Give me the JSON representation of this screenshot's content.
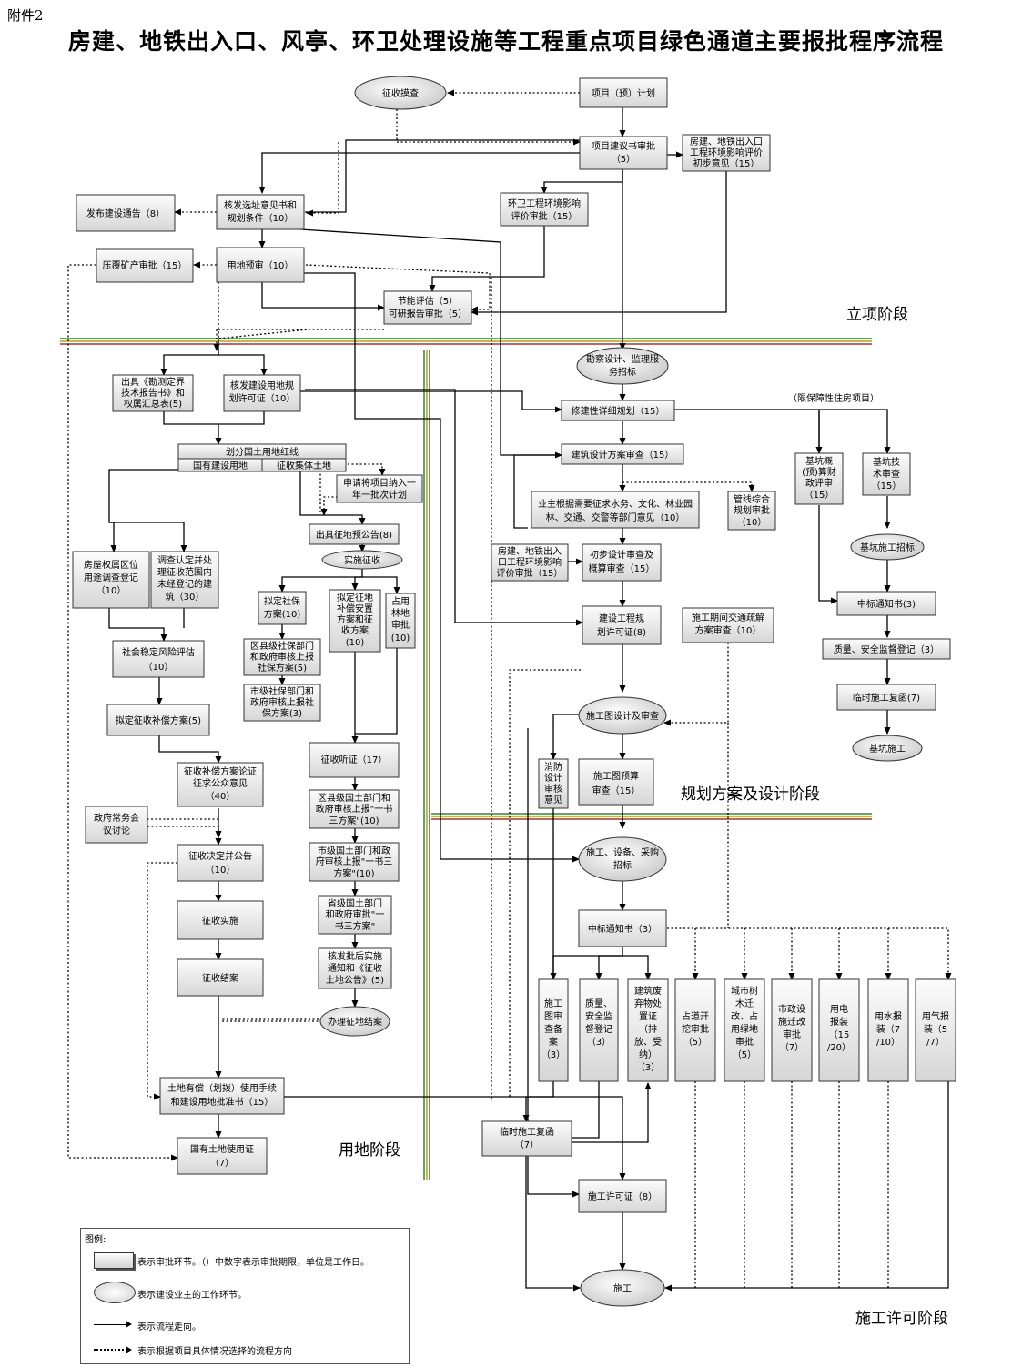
{
  "attachment": "附件2",
  "title": "房建、地铁出入口、风亭、环卫处理设施等工程重点项目绿色通道主要报批程序流程",
  "phases": {
    "project": "立项阶段",
    "land": "用地阶段",
    "design": "规划方案及设计阶段",
    "construction": "施工许可阶段"
  },
  "note_affordable": "（限保障性住房项目）",
  "nodes": {
    "zhengshou_mocha": "征收摸查",
    "xiangmu_jihua": "项目（预）计划",
    "jianyishu_1": "项目建议书审批",
    "jianyishu_2": "（5）",
    "huanping_init_1": "房建、地铁出入口",
    "huanping_init_2": "工程环境影响评价",
    "huanping_init_3": "初步意见（15）",
    "fabu_tonggao": "发布建设通告（8）",
    "xuanzhi_1": "核发选址意见书和",
    "xuanzhi_2": "规划条件（10）",
    "huanwei_1": "环卫工程环境影响",
    "huanwei_2": "评价审批（15）",
    "yafu": "压覆矿产审批（15）",
    "yongdi_ys": "用地预审（10）",
    "jieneng_1": "节能评估（5）",
    "jieneng_2": "可研报告审批（5）",
    "kancha_1": "勘察设计、监理服",
    "kancha_2": "务招标",
    "chuju_1": "出具《勘测定界",
    "chuju_2": "技术报告书》和",
    "chuju_3": "权属汇总表(5)",
    "hefa_xk_1": "核发建设用地规",
    "hefa_xk_2": "划许可证（10）",
    "xiugui": "修建性详细规划（15）",
    "jianzhu_fa": "建筑设计方案审查（15）",
    "hongxian": "划分国土用地红线",
    "guoyou": "国有建设用地",
    "jiti": "征收集体土地",
    "nianru_1": "申请将项目纳入一",
    "nianru_2": "年一批次计划",
    "yegu_1": "业主根据需要征求水务、文化、林业园",
    "yegu_2": "林、交通、交警等部门意见（10）",
    "guanxian_1": "管线综合",
    "guanxian_2": "规划审批",
    "guanxian_3": "（10）",
    "jikeng_gs_1": "基坑概",
    "jikeng_gs_2": "(预)算财",
    "jikeng_gs_3": "政评审",
    "jikeng_gs_4": "（15）",
    "jikeng_js_1": "基坑技",
    "jikeng_js_2": "术审查",
    "jikeng_js_3": "（15）",
    "yugao": "出具征地预公告(8)",
    "shishi_zs": "实施征收",
    "jikeng_zb": "基坑施工招标",
    "fangwu_1": "房屋权属区位",
    "fangwu_2": "用途调查登记",
    "fangwu_3": "（10）",
    "diaocha_1": "调查认定并处",
    "diaocha_2": "理征收范围内",
    "diaocha_3": "未经登记的建",
    "diaocha_4": "筑（30）",
    "nishebao_1": "拟定社保",
    "nishebao_2": "方案(10)",
    "nibuchang_1": "拟定征地",
    "nibuchang_2": "补偿安置",
    "nibuchang_3": "方案和征",
    "nibuchang_4": "收方案",
    "nibuchang_5": "(10)",
    "linzhan_1": "占用",
    "linzhan_2": "林地",
    "linzhan_3": "审批",
    "linzhan_4": "(10)",
    "huanping_ditie_1": "房建、地铁出入",
    "huanping_ditie_2": "口工程环境影响",
    "huanping_ditie_3": "评价审批（15）",
    "chubu_1": "初步设计审查及",
    "chubu_2": "概算审查（15）",
    "zhongbiao_jk": "中标通知书(3)",
    "qushebao_1": "区县级社保部门",
    "qushebao_2": "和政府审核上报",
    "qushebao_3": "社保方案(5)",
    "jianshe_gcgh_1": "建设工程规",
    "jianshe_gcgh_2": "划许可证(8)",
    "jiaotong_1": "施工期间交通疏解",
    "jiaotong_2": "方案审查（10）",
    "zhiliang_jk": "质量、安全监督登记（3）",
    "shehui_1": "社会稳定风险评估",
    "shehui_2": "（10）",
    "shishebao_1": "市级社保部门和",
    "shishebao_2": "政府审核上报社",
    "shishebao_3": "保方案(3)",
    "linshi_jk": "临时施工复函(7)",
    "nibuchang_fa": "拟定征收补偿方案(5)",
    "shigongtu": "施工图设计及审查",
    "jikeng_sg": "基坑施工",
    "tingzheng": "征收听证（17）",
    "xiaofang_1": "消防",
    "xiaofang_2": "设计",
    "xiaofang_3": "审核",
    "xiaofang_4": "意见",
    "yusuan_1": "施工图预算",
    "yusuan_2": "审查（15）",
    "lunzheng_1": "征收补偿方案论证",
    "lunzheng_2": "征求公众意见",
    "lunzheng_3": "（40）",
    "quxian_1": "区县级国土部门和",
    "quxian_2": "政府审核上报\"一书",
    "quxian_3": "三方案\"(10)",
    "changwu_1": "政府常务会",
    "changwu_2": "议讨论",
    "shiji_1": "市级国土部门和政",
    "shiji_2": "府审核上报\"一书三",
    "shiji_3": "方案\"(10)",
    "jueding_1": "征收决定并公告",
    "jueding_2": "（10）",
    "sg_zhaobiao_1": "施工、设备、采购",
    "sg_zhaobiao_2": "招标",
    "shengji_1": "省级国土部门",
    "shengji_2": "和政府审批\"一",
    "shengji_3": "书三方案\"",
    "shishi": "征收实施",
    "zhongbiao_main": "中标通知书（3）",
    "hefa_pz_1": "核发批后实施",
    "hefa_pz_2": "通知和《征收",
    "hefa_pz_3": "土地公告》(5)",
    "jiean": "征收结案",
    "banli_jiean": "办理征地结案",
    "beian_1": "施工",
    "beian_2": "图审",
    "beian_3": "查备",
    "beian_4": "案",
    "beian_5": "（3）",
    "zljd_1": "质量、",
    "zljd_2": "安全监",
    "zljd_3": "督登记",
    "zljd_4": "（3）",
    "feiqi_1": "建筑废",
    "feiqi_2": "弃物处",
    "feiqi_3": "置证",
    "feiqi_4": "（排",
    "feiqi_5": "放、受",
    "feiqi_6": "纳）",
    "feiqi_7": "（3）",
    "zhandao_1": "占道开",
    "zhandao_2": "挖审批",
    "zhandao_3": "（5）",
    "shumu_1": "城市树",
    "shumu_2": "木迁",
    "shumu_3": "改、占",
    "shumu_4": "用绿地",
    "shumu_5": "审批",
    "shumu_6": "（5）",
    "shizheng_1": "市政设",
    "shizheng_2": "施迁改",
    "shizheng_3": "审批",
    "shizheng_4": "（7）",
    "yongdian_1": "用电",
    "yongdian_2": "报装",
    "yongdian_3": "（15",
    "yongdian_4": "/20）",
    "yongshui_1": "用水报",
    "yongshui_2": "装（7",
    "yongshui_3": "/10）",
    "yongqi_1": "用气报",
    "yongqi_2": "装（5",
    "yongqi_3": "/7）",
    "tudi_1": "土地有偿（划拨）使用手续",
    "tudi_2": "和建设用地批准书（15）",
    "linshi_main_1": "临时施工复函",
    "linshi_main_2": "（7）",
    "shiyongzheng_1": "国有土地使用证",
    "shiyongzheng_2": "（7）",
    "xukezheng": "施工许可证（8）",
    "shigong": "施工"
  },
  "legend": {
    "title": "图例:",
    "rect": "表示审批环节。（）中数字表示审批期限，单位是工作日。",
    "ellipse": "表示建设业主的工作环节。",
    "arrow": "表示流程走向。",
    "dotted": "表示根据项目具体情况选择的流程方向"
  }
}
